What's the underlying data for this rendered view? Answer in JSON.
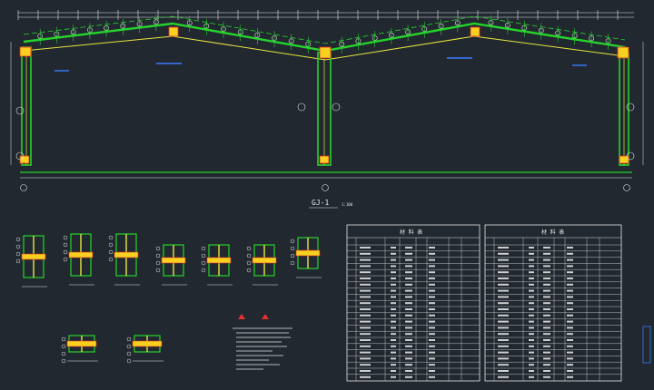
{
  "drawing": {
    "section_label": "GJ-1",
    "section_suffix": "1:100",
    "table_left_title": "材 料 表",
    "table_right_title": "材 料 表"
  },
  "colors": {
    "background": "#212830",
    "frame_green": "#25d42b",
    "member_yellow": "#e8e640",
    "line_white": "#e6e6e6",
    "accent_red": "#e8302a",
    "accent_blue": "#3a7bff",
    "highlight_yellow": "#f7d020"
  }
}
